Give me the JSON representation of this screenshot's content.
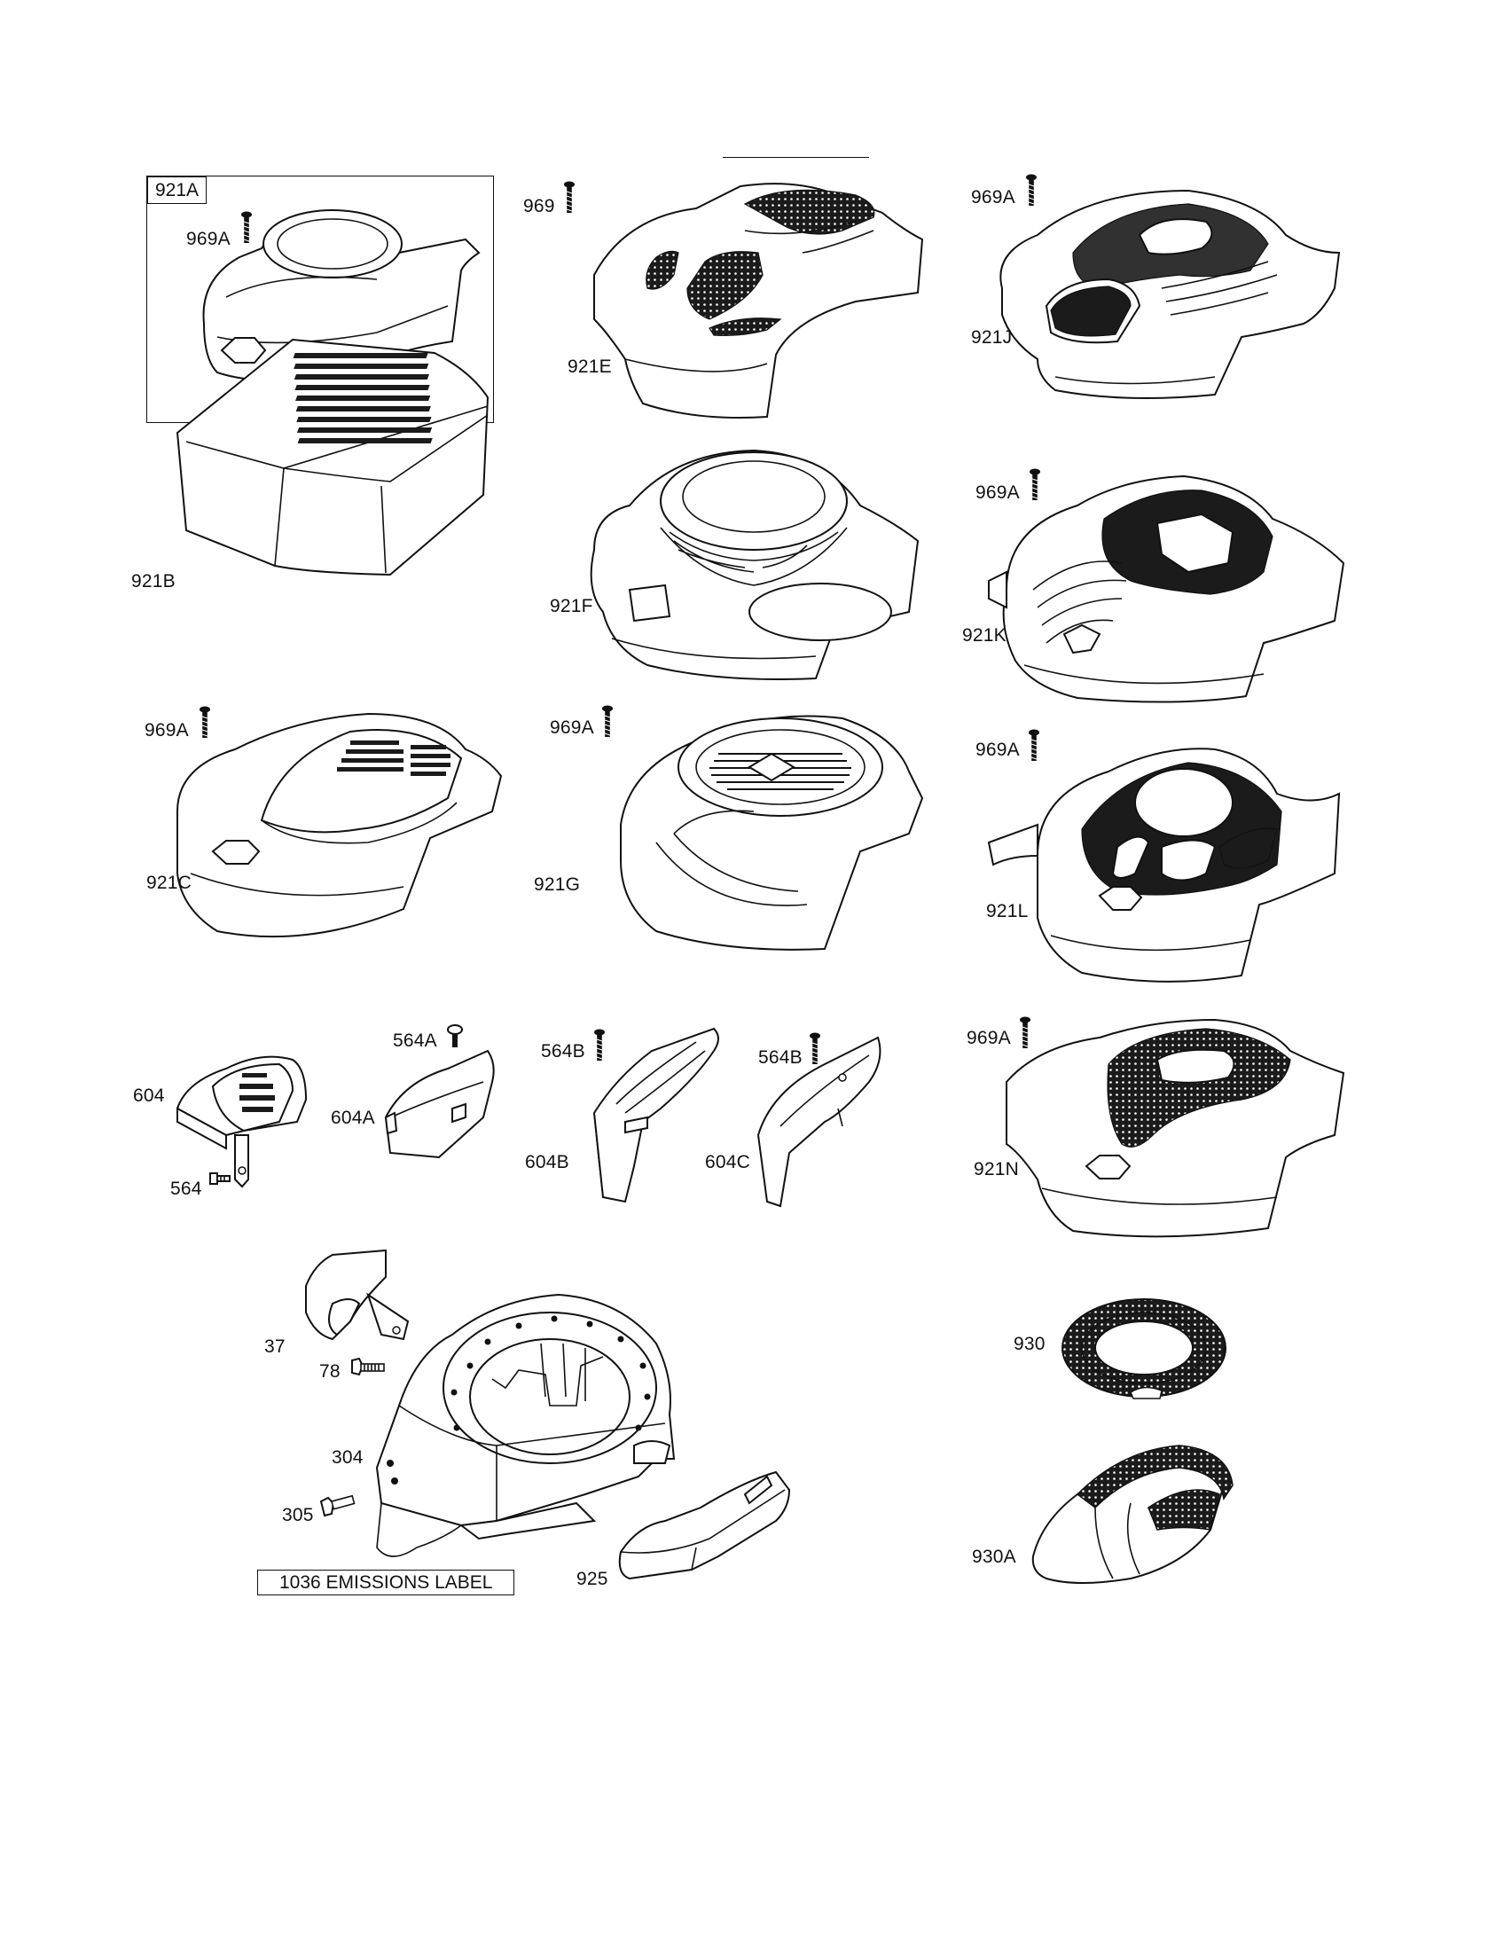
{
  "labels": {
    "l921A": "921A",
    "l969A_a": "969A",
    "l969": "969",
    "l921E": "921E",
    "l969A_j": "969A",
    "l921J": "921J",
    "l921B": "921B",
    "l921F": "921F",
    "l969A_k": "969A",
    "l921K": "921K",
    "l969A_c": "969A",
    "l921C": "921C",
    "l969A_g": "969A",
    "l921G": "921G",
    "l969A_l": "969A",
    "l921L": "921L",
    "l604": "604",
    "l564": "564",
    "l564A": "564A",
    "l604A": "604A",
    "l564B_b": "564B",
    "l604B": "604B",
    "l564B_c": "564B",
    "l604C": "604C",
    "l969A_n": "969A",
    "l921N": "921N",
    "l37": "37",
    "l78": "78",
    "l304": "304",
    "l305": "305",
    "l925": "925",
    "l930": "930",
    "l930A": "930A",
    "emissions": "1036 EMISSIONS LABEL"
  },
  "icons": [
    "screw-icon",
    "bolt-icon",
    "blower-housing-icon",
    "shroud-icon",
    "guard-icon"
  ]
}
